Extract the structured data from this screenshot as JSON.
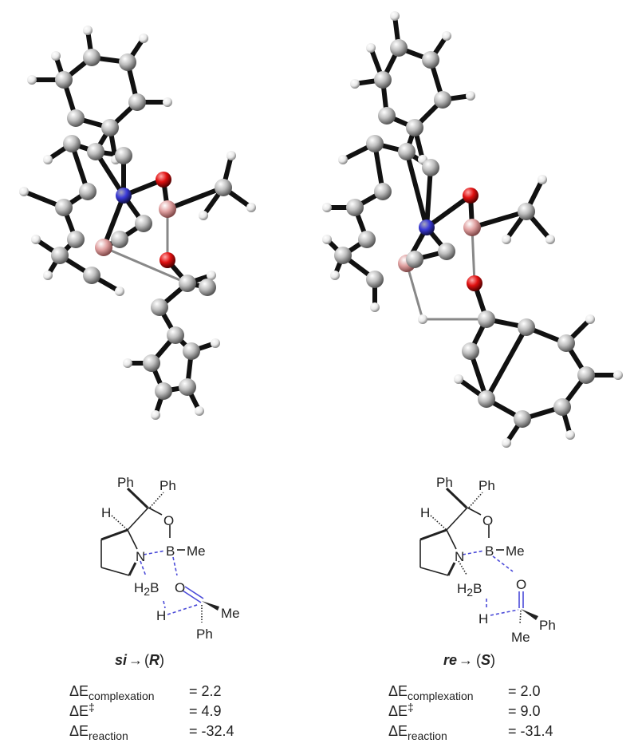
{
  "colors": {
    "carbon": "#b8b8b8",
    "hydrogen": "#eeeeee",
    "nitrogen": "#3a3ad8",
    "oxygen": "#e01010",
    "boron": "#e0a0a0",
    "dashed_bond": "#4a4ad8"
  },
  "panels": [
    {
      "labels": {
        "ph1": "Ph",
        "ph2": "Ph",
        "h_top": "H",
        "o_ring": "O",
        "n": "N",
        "b": "B",
        "me_b": "Me",
        "h2b_h": "H",
        "h2b_sub": "2",
        "h2b_b": "B",
        "o_carbonyl": "O",
        "sub_right": "Me",
        "h_transfer": "H",
        "sub_bottom": "Ph"
      },
      "face": "si",
      "arrow": "→",
      "config": "R",
      "energies": [
        {
          "symbol": "ΔE",
          "subscript": "complexation",
          "superscript": "",
          "value": "= 2.2"
        },
        {
          "symbol": "ΔE",
          "subscript": "",
          "superscript": "‡",
          "value": "= 4.9"
        },
        {
          "symbol": "ΔE",
          "subscript": "reaction",
          "superscript": "",
          "value": "= -32.4"
        }
      ]
    },
    {
      "labels": {
        "ph1": "Ph",
        "ph2": "Ph",
        "h_top": "H",
        "o_ring": "O",
        "n": "N",
        "b": "B",
        "me_b": "Me",
        "h2b_h": "H",
        "h2b_sub": "2",
        "h2b_b": "B",
        "o_carbonyl": "O",
        "sub_right": "Ph",
        "h_transfer": "H",
        "sub_bottom": "Me"
      },
      "face": "re",
      "arrow": "→",
      "config": "S",
      "energies": [
        {
          "symbol": "ΔE",
          "subscript": "complexation",
          "superscript": "",
          "value": "= 2.0"
        },
        {
          "symbol": "ΔE",
          "subscript": "",
          "superscript": "‡",
          "value": "= 9.0"
        },
        {
          "symbol": "ΔE",
          "subscript": "reaction",
          "superscript": "",
          "value": "= -31.4"
        }
      ]
    }
  ]
}
